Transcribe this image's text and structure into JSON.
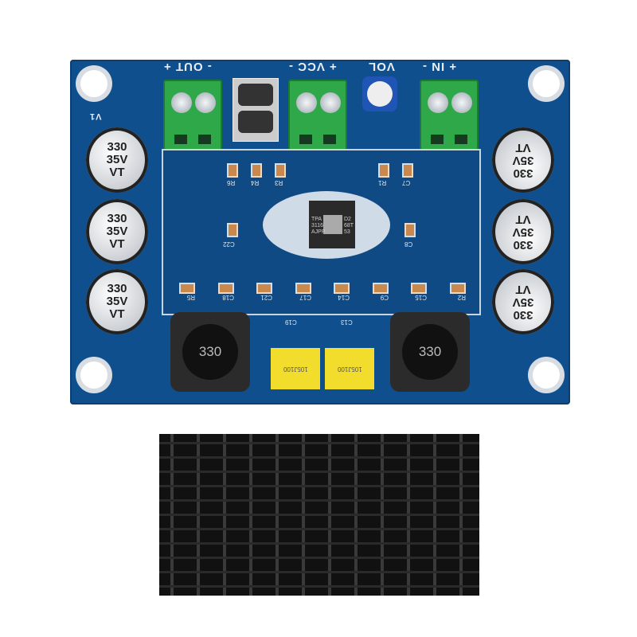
{
  "board": {
    "terminal_labels": [
      "- OUT +",
      "+ VCC -",
      "VOL",
      "+ IN -"
    ],
    "side_label": "V1",
    "capacitors": [
      {
        "value": "330",
        "voltage": "35V",
        "series": "VT"
      },
      {
        "value": "330",
        "voltage": "35V",
        "series": "VT"
      },
      {
        "value": "330",
        "voltage": "35V",
        "series": "VT"
      },
      {
        "value": "330",
        "voltage": "35V",
        "series": "VT"
      },
      {
        "value": "330",
        "voltage": "35V",
        "series": "VT"
      },
      {
        "value": "330",
        "voltage": "35V",
        "series": "VT"
      }
    ],
    "chip": {
      "line1": "TPA",
      "line2": "3116",
      "line3": "AJPP",
      "line4": "D2",
      "line5": "68T",
      "line6": "53"
    },
    "inductors": [
      "330",
      "330"
    ],
    "film_caps": [
      "105J100",
      "105J100"
    ],
    "refs_top": [
      "R6",
      "R4",
      "R3",
      "R1",
      "C7"
    ],
    "refs_mid": [
      "C22",
      "C8"
    ],
    "refs_bottom": [
      "R5",
      "C18",
      "C21",
      "C17",
      "C14",
      "C9",
      "C15",
      "R2"
    ],
    "refs_film": [
      "C19",
      "C13"
    ],
    "colors": {
      "pcb": "#0f4f8e",
      "terminal": "#2fa84a",
      "heatsink": "#111111",
      "film_cap": "#f2dc2c"
    }
  }
}
